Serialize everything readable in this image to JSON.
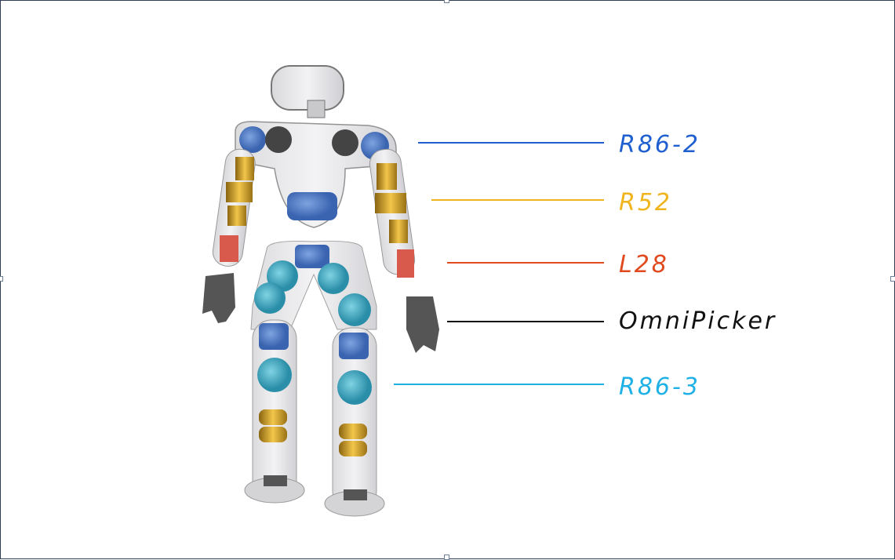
{
  "diagram": {
    "subject": "humanoid robot actuator layout",
    "callouts": [
      {
        "id": "r86-2",
        "label": "R86-2",
        "color": "#1f5fd0"
      },
      {
        "id": "r52",
        "label": "R52",
        "color": "#f0b51e"
      },
      {
        "id": "l28",
        "label": "L28",
        "color": "#e04a1e"
      },
      {
        "id": "omnipicker",
        "label": "OmniPicker",
        "color": "#111111"
      },
      {
        "id": "r86-3",
        "label": "R86-3",
        "color": "#1fb1e6"
      }
    ]
  }
}
